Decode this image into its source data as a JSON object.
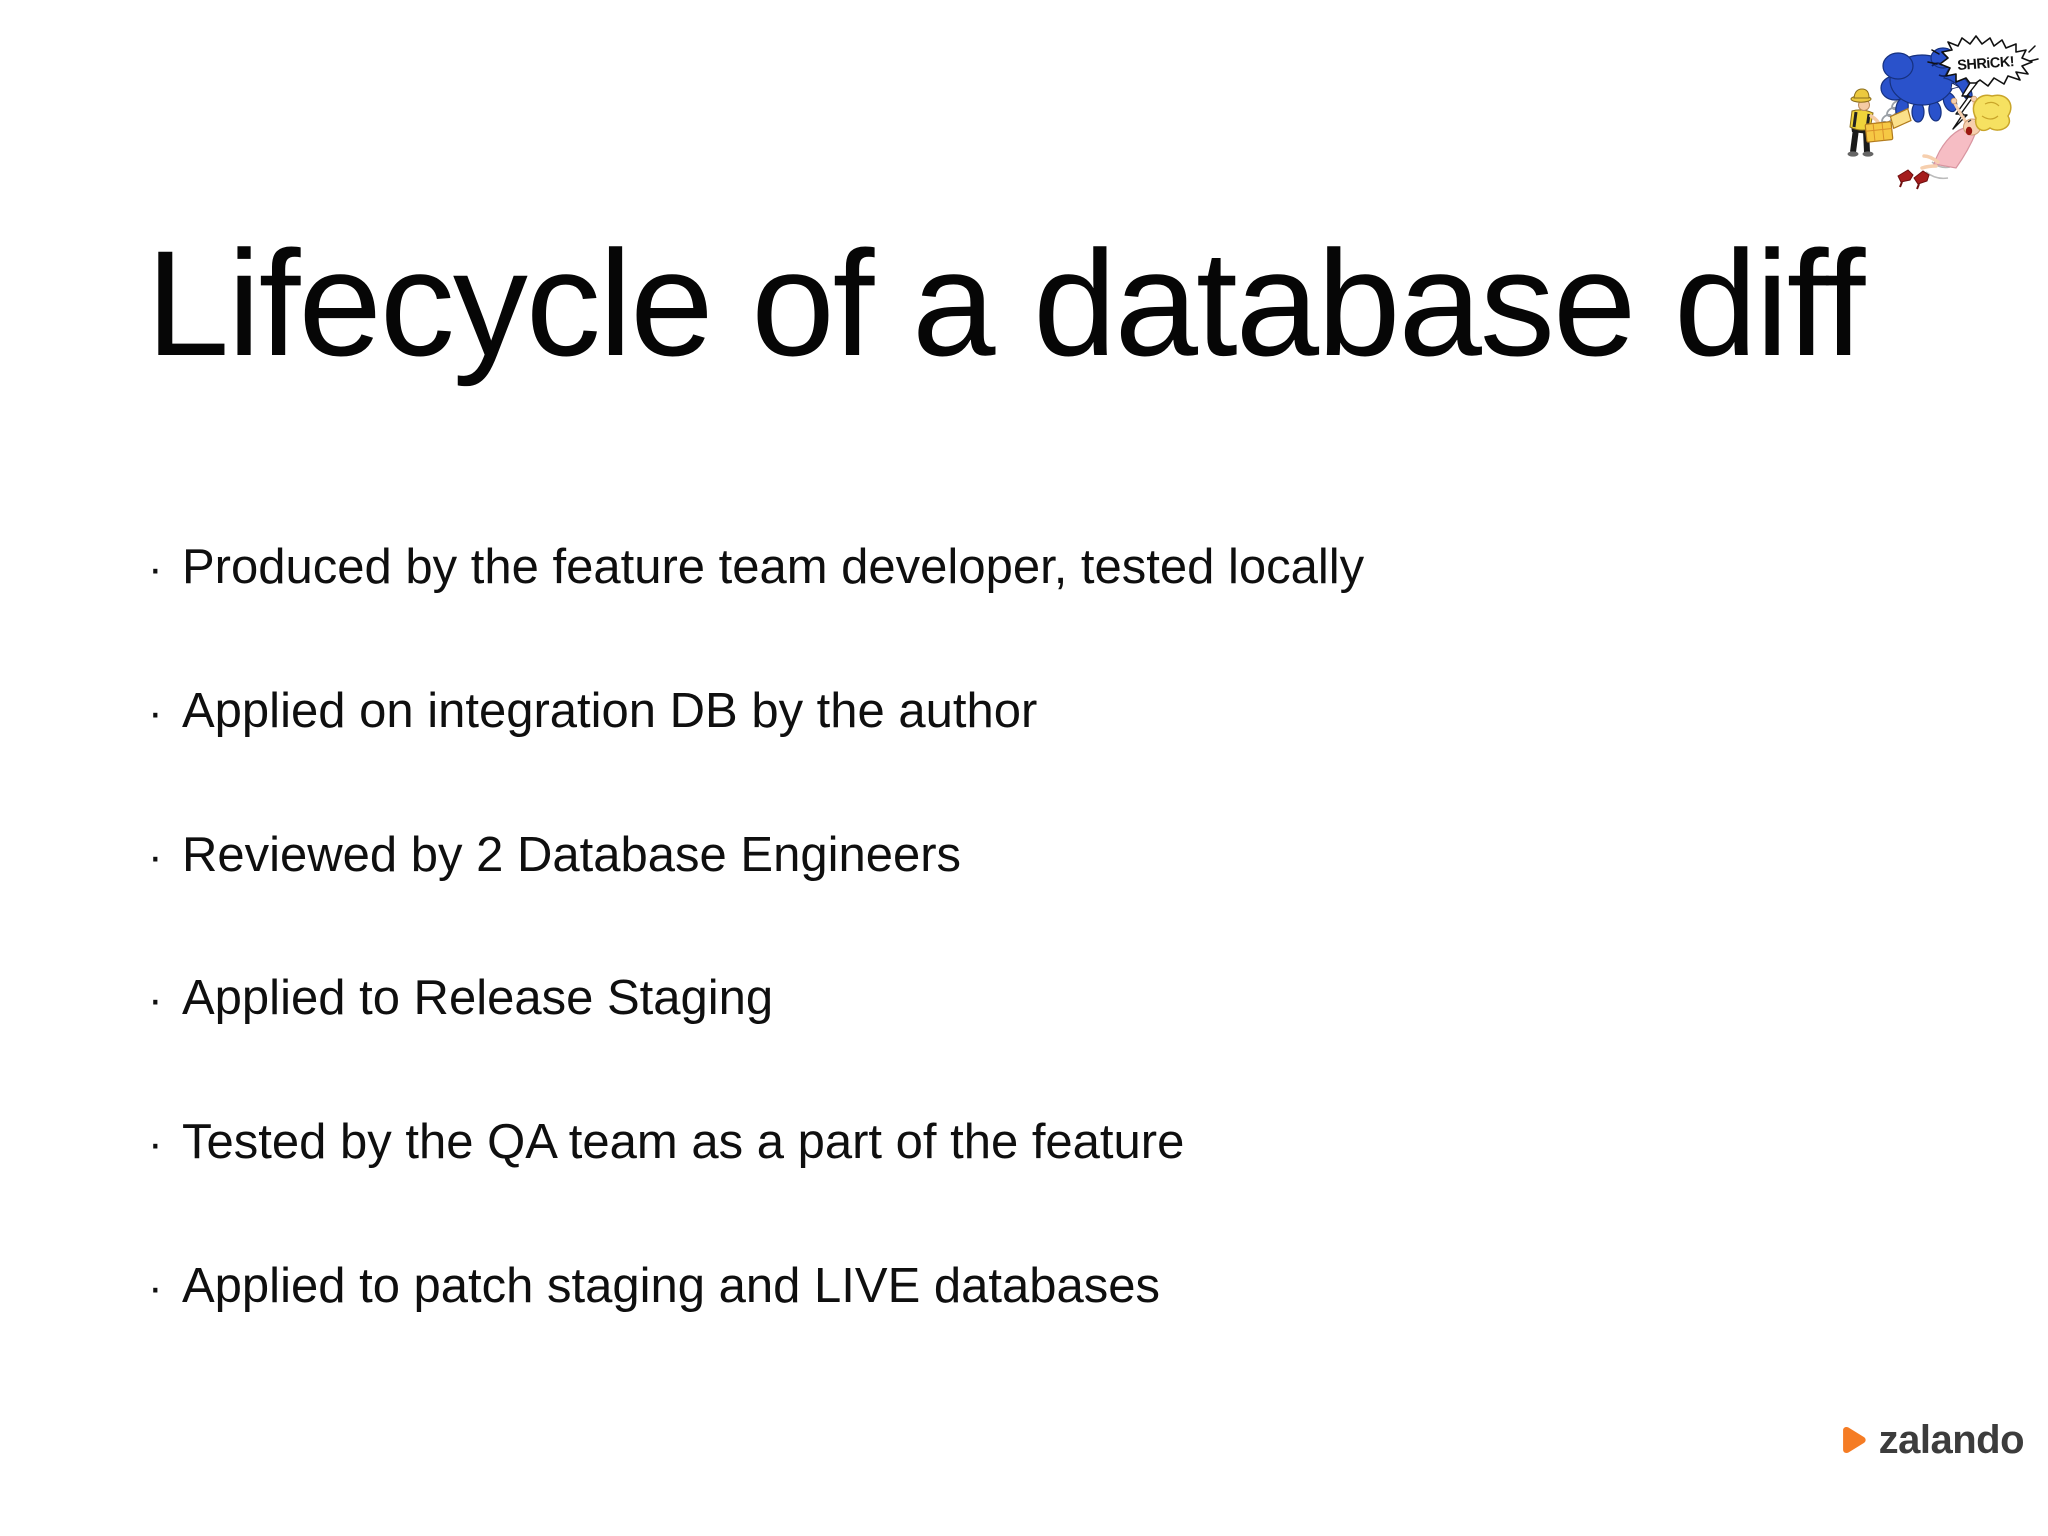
{
  "slide": {
    "title": "Lifecycle of a database diff",
    "bullet_char": "·",
    "bullets": [
      "Produced by the feature team developer, tested locally",
      "Applied on integration DB by the author",
      "Reviewed by 2 Database Engineers",
      "Applied to Release Staging",
      "Tested by the QA team as a part of the feature",
      "Applied to patch staging and LIVE databases"
    ]
  },
  "cartoon": {
    "speech_text": "SHRiCK!",
    "colors": {
      "elephant": "#2a52cb",
      "elephant_stroke": "#16317f",
      "shirt": "#f0d43a",
      "dress": "#f6bdc4",
      "hair": "#f6e161",
      "shoes": "#a51c1c",
      "spring": "#9aa0a6",
      "box": "#f6c844"
    }
  },
  "footer": {
    "brand": "zalando",
    "accent_color": "#f57c24",
    "text_color": "#3c3c3c"
  }
}
